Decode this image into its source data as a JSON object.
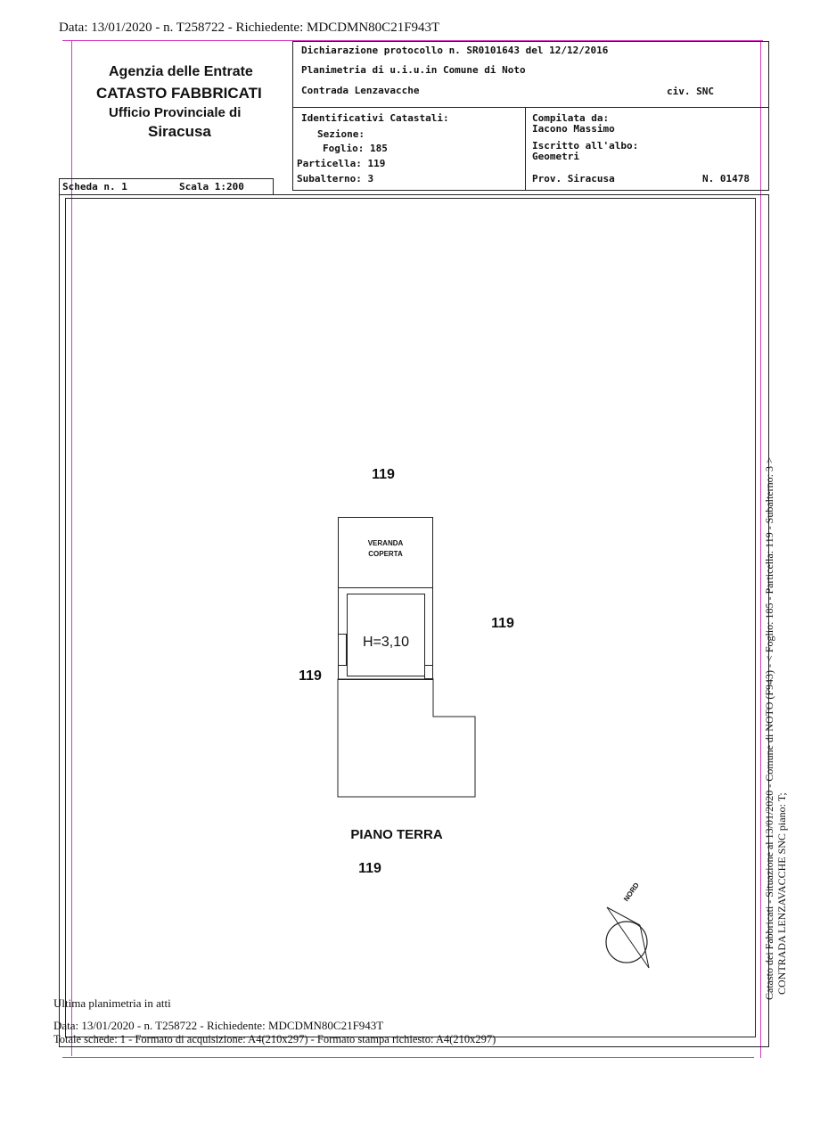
{
  "top_header": "Data: 13/01/2020 - n. T258722 - Richiedente: MDCDMN80C21F943T",
  "agency": {
    "line1": "Agenzia delle Entrate",
    "line2": "CATASTO FABBRICATI",
    "line3": "Ufficio Provinciale di",
    "line4": "Siracusa"
  },
  "declaration": {
    "protocol": "Dichiarazione protocollo n. SR0101643 del 12/12/2016",
    "planimetry": "Planimetria di u.i.u.in Comune di Noto",
    "address": "Contrada Lenzavacche",
    "civic": "civ. SNC"
  },
  "identifiers": {
    "heading": "Identificativi Catastali:",
    "sezione": "Sezione:",
    "foglio": "Foglio: 185",
    "particella": "Particella: 119",
    "subalterno": "Subalterno: 3"
  },
  "compiler": {
    "compiled_by": "Compilata da:",
    "name": "Iacono Massimo",
    "registered": "Iscritto all'albo:",
    "profession": "Geometri",
    "province": "Prov. Siracusa",
    "number": "N. 01478"
  },
  "sheet": {
    "scheda": "Scheda n. 1",
    "scala": "Scala 1:200"
  },
  "plan": {
    "parcel_top": "119",
    "parcel_right": "119",
    "parcel_left": "119",
    "parcel_bottom": "119",
    "veranda_line1": "VERANDA",
    "veranda_line2": "COPERTA",
    "height": "H=3,10",
    "floor": "PIANO TERRA",
    "north": "NORD"
  },
  "side_text": {
    "line1": "Catasto dei Fabbricati - Situazione al 13/01/2020 - Comune di NOTO (F943) - < Foglio: 185 - Particella: 119 - Subalterno: 3 >",
    "line2": "CONTRADA LENZAVACCHE SNC piano: T;"
  },
  "footer": {
    "last_plan": "Ultima planimetria in atti",
    "data_line": "Data: 13/01/2020 - n. T258722 - Richiedente: MDCDMN80C21F943T",
    "totals": "Totale schede: 1 - Formato di acquisizione: A4(210x297) - Formato stampa richiesto: A4(210x297)"
  }
}
